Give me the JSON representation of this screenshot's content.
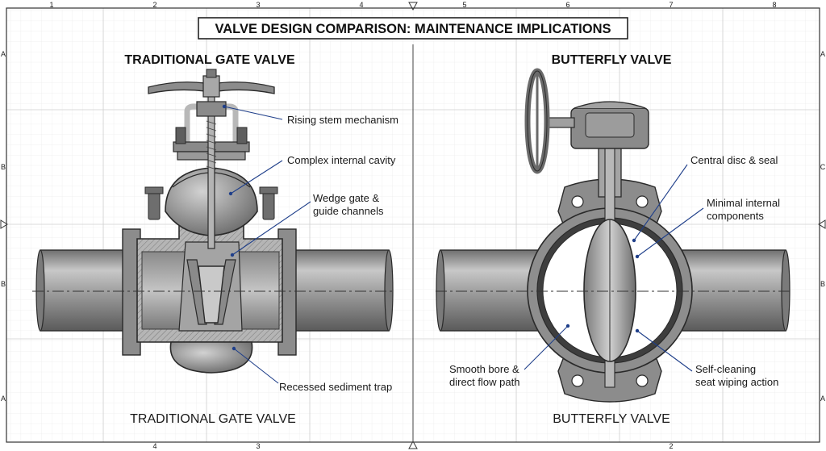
{
  "title": "VALVE DESIGN COMPARISON: MAINTENANCE IMPLICATIONS",
  "grid": {
    "top_numbers": [
      "1",
      "2",
      "3",
      "4",
      "5",
      "6",
      "7",
      "8"
    ],
    "bottom_numbers": [
      "4",
      "3",
      "2"
    ],
    "left_letters": [
      "A",
      "B",
      "B",
      "A"
    ],
    "right_letters": [
      "A",
      "C",
      "B",
      "A"
    ]
  },
  "left": {
    "heading": "TRADITIONAL GATE VALVE",
    "caption": "TRADITIONAL GATE VALVE",
    "callouts": {
      "stem": "Rising stem mechanism",
      "cavity": "Complex internal cavity",
      "gate_line1": "Wedge gate &",
      "gate_line2": "guide channels",
      "trap": "Recessed sediment trap"
    }
  },
  "right": {
    "heading": "BUTTERFLY VALVE",
    "caption": "BUTTERFLY VALVE",
    "callouts": {
      "disc": "Central disc & seal",
      "minimal_line1": "Minimal internal",
      "minimal_line2": "components",
      "bore_line1": "Smooth bore &",
      "bore_line2": "direct flow path",
      "wipe_line1": "Self-cleaning",
      "wipe_line2": "seat wiping action"
    }
  },
  "colors": {
    "grid": "#dcdcdc",
    "metal": "#9a9a9a",
    "metal_dark": "#5e5e5e",
    "outline": "#2a2a2a",
    "leader": "#1f3f8a"
  }
}
